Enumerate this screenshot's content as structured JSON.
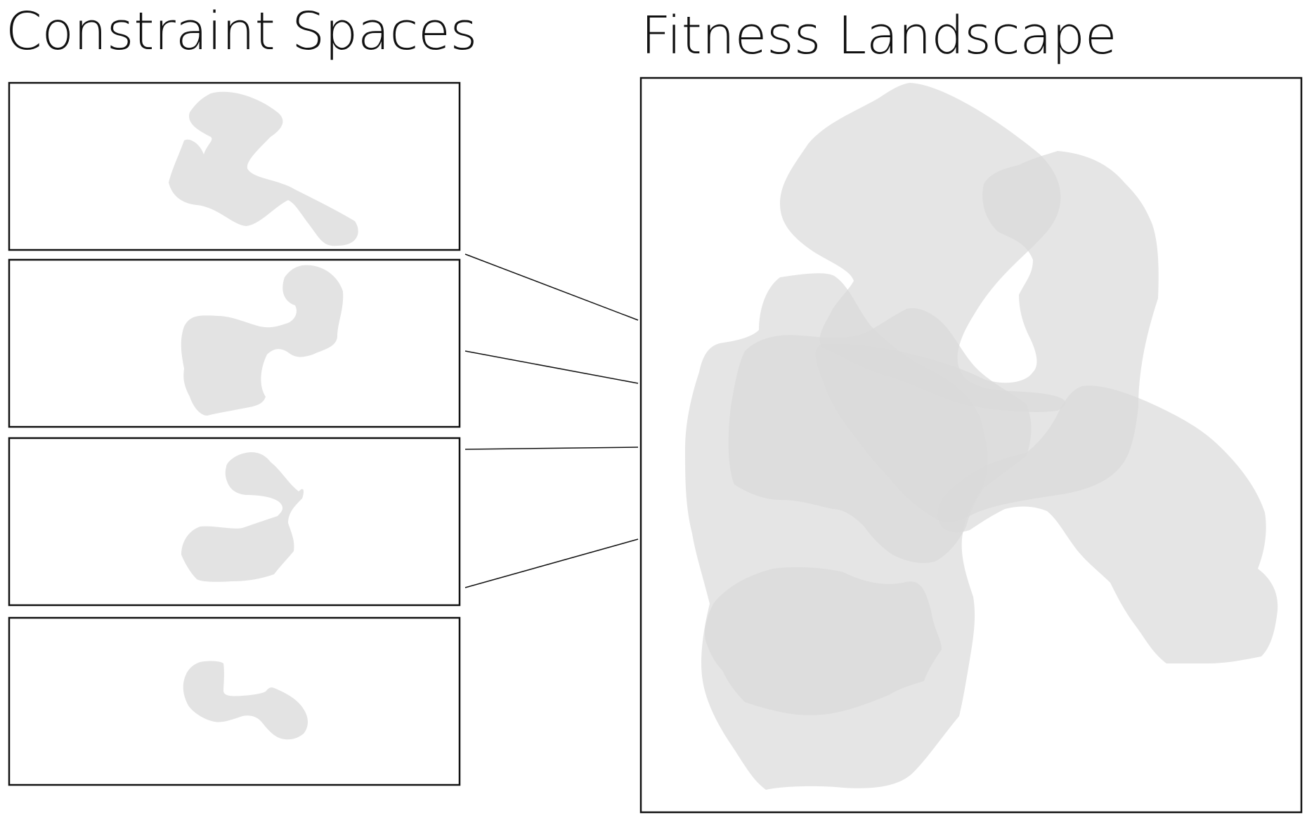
{
  "titles": {
    "left": "Constraint Spaces",
    "right": "Fitness Landscape"
  },
  "colors": {
    "region_fill": "#dadada",
    "frame_stroke": "#111111",
    "background": "#ffffff"
  },
  "constraint_spaces": [
    {
      "id": "constraint-space-1"
    },
    {
      "id": "constraint-space-2"
    },
    {
      "id": "constraint-space-3"
    },
    {
      "id": "constraint-space-4"
    }
  ]
}
